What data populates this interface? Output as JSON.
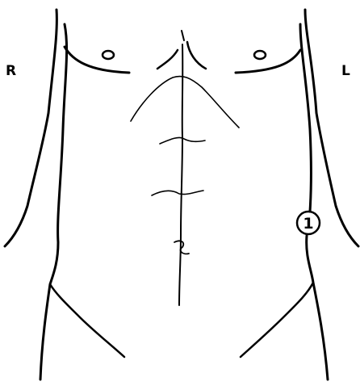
{
  "side_labels": {
    "right": "R",
    "left": "L"
  },
  "markers": [
    {
      "label": "1"
    }
  ],
  "colors": {
    "line": "#000000",
    "background": "#ffffff"
  }
}
